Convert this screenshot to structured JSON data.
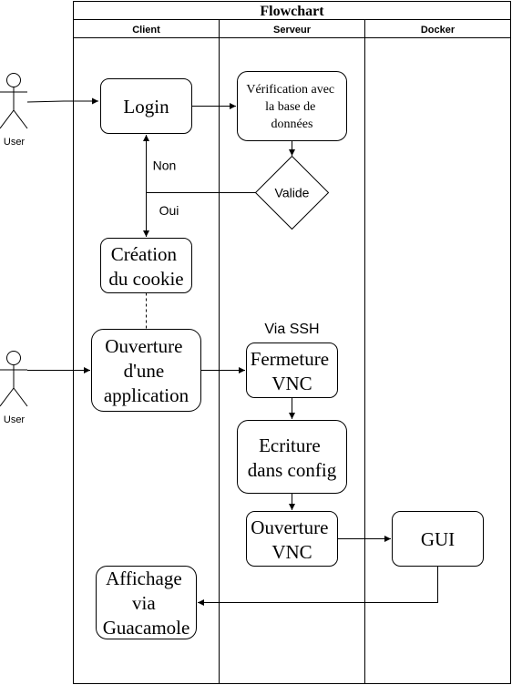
{
  "title": "Flowchart",
  "lanes": [
    "Client",
    "Serveur",
    "Docker"
  ],
  "actors": [
    {
      "label": "User"
    },
    {
      "label": "User"
    }
  ],
  "nodes": {
    "login": "Login",
    "verification": [
      "Vérification avec",
      "la base de",
      "données"
    ],
    "valide": "Valide",
    "cookie": [
      "Création",
      "du cookie"
    ],
    "ouverture_app": [
      "Ouverture",
      "d'une",
      "application"
    ],
    "fermeture_vnc": [
      "Fermeture",
      "VNC"
    ],
    "ecriture": [
      "Ecriture",
      "dans config"
    ],
    "ouverture_vnc": [
      "Ouverture",
      "VNC"
    ],
    "gui": "GUI",
    "affichage": [
      "Affichage",
      "via",
      "Guacamole"
    ]
  },
  "edge_labels": {
    "non": "Non",
    "oui": "Oui",
    "ssh": "Via SSH"
  }
}
